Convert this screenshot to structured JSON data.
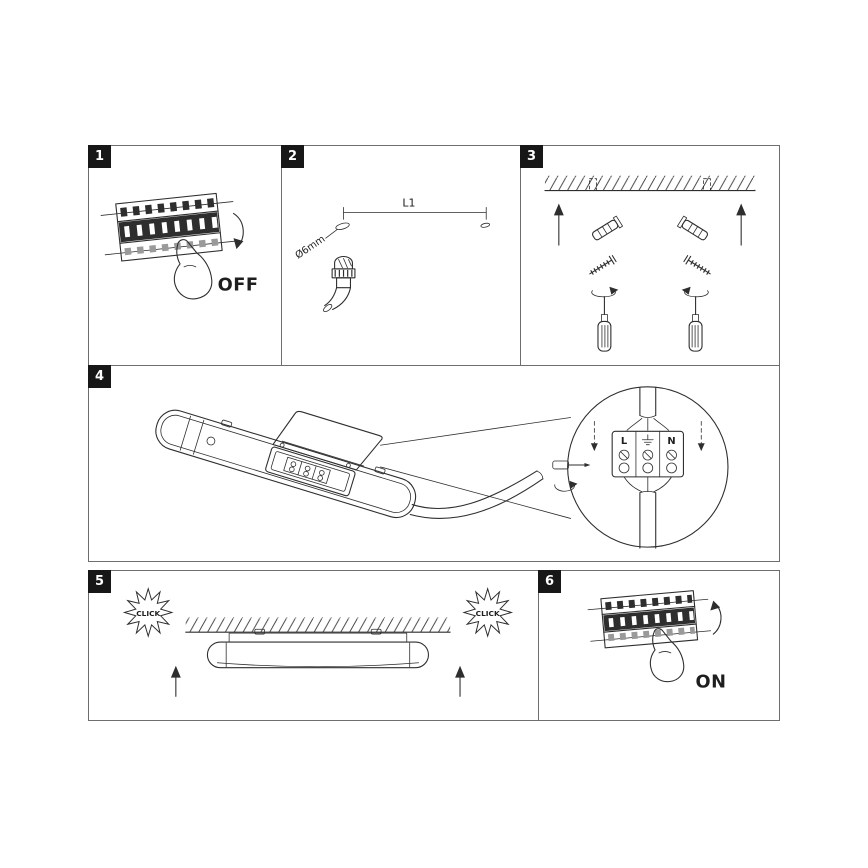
{
  "sheet": {
    "line_color": "#2e2e2e",
    "badge_bg": "#171717",
    "badge_fg": "#ffffff"
  },
  "steps": [
    {
      "number": "1",
      "power_label": "OFF"
    },
    {
      "number": "2",
      "cable_label": "L1",
      "drill_label": "Ø6mm"
    },
    {
      "number": "3"
    },
    {
      "number": "4",
      "terminal_left": "L",
      "terminal_middle_icon": "earth-symbol",
      "terminal_right": "N"
    },
    {
      "number": "5",
      "click_left": "CLICK",
      "click_right": "CLICK"
    },
    {
      "number": "6",
      "power_label": "ON"
    }
  ]
}
